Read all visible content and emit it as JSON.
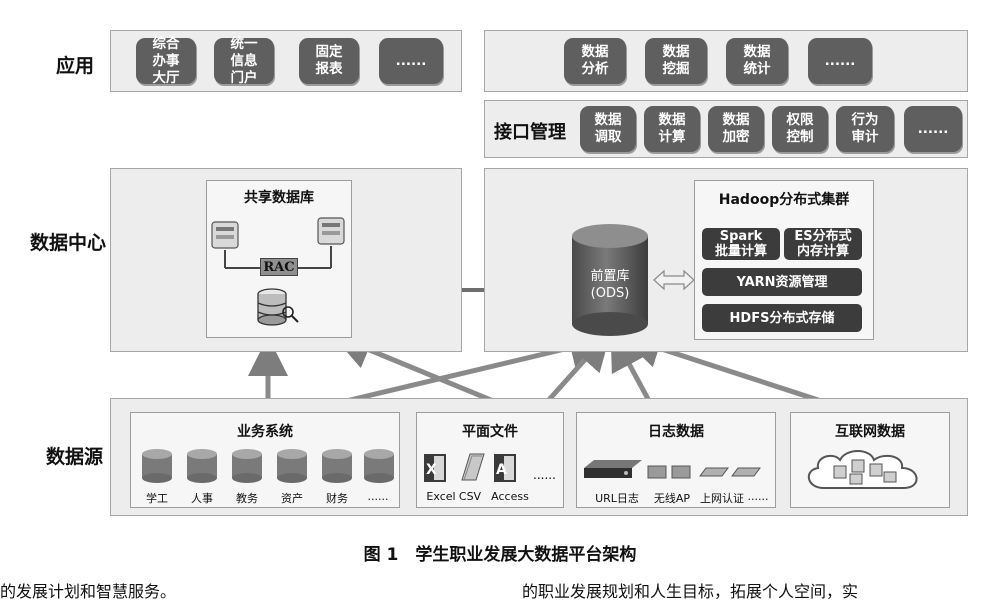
{
  "layers": {
    "app": "应用",
    "interface": "接口管理",
    "datacenter": "数据中心",
    "datasource": "数据源"
  },
  "app_left": [
    "综合办事大厅",
    "统一信息门户",
    "固定报表",
    "......"
  ],
  "app_right": [
    "数据分析",
    "数据挖掘",
    "数据统计",
    "......"
  ],
  "interface_items": [
    "数据调取",
    "数据计算",
    "数据加密",
    "权限控制",
    "行为审计",
    "......"
  ],
  "shared_db": {
    "title": "共享数据库",
    "rac": "RAC"
  },
  "ods": {
    "line1": "前置库",
    "line2": "(ODS)"
  },
  "hadoop": {
    "title": "Hadoop分布式集群",
    "spark": [
      "Spark",
      "批量计算"
    ],
    "es": [
      "ES分布式",
      "内存计算"
    ],
    "yarn": "YARN资源管理",
    "hdfs": "HDFS分布式存储"
  },
  "sources": {
    "business": {
      "title": "业务系统",
      "items": [
        "学工",
        "人事",
        "教务",
        "资产",
        "财务",
        "......"
      ]
    },
    "files": {
      "title": "平面文件",
      "items": [
        "Excel",
        "CSV",
        "Access"
      ],
      "more": "......"
    },
    "logs": {
      "title": "日志数据",
      "items": [
        "URL日志",
        "无线AP",
        "上网认证"
      ],
      "more": "......"
    },
    "internet": {
      "title": "互联网数据"
    }
  },
  "caption": "图 1　学生职业发展大数据平台架构",
  "bottom_text_left": "的发展计划和智慧服务。",
  "bottom_text_right": "的职业发展规划和人生目标，拓展个人空间，实"
}
